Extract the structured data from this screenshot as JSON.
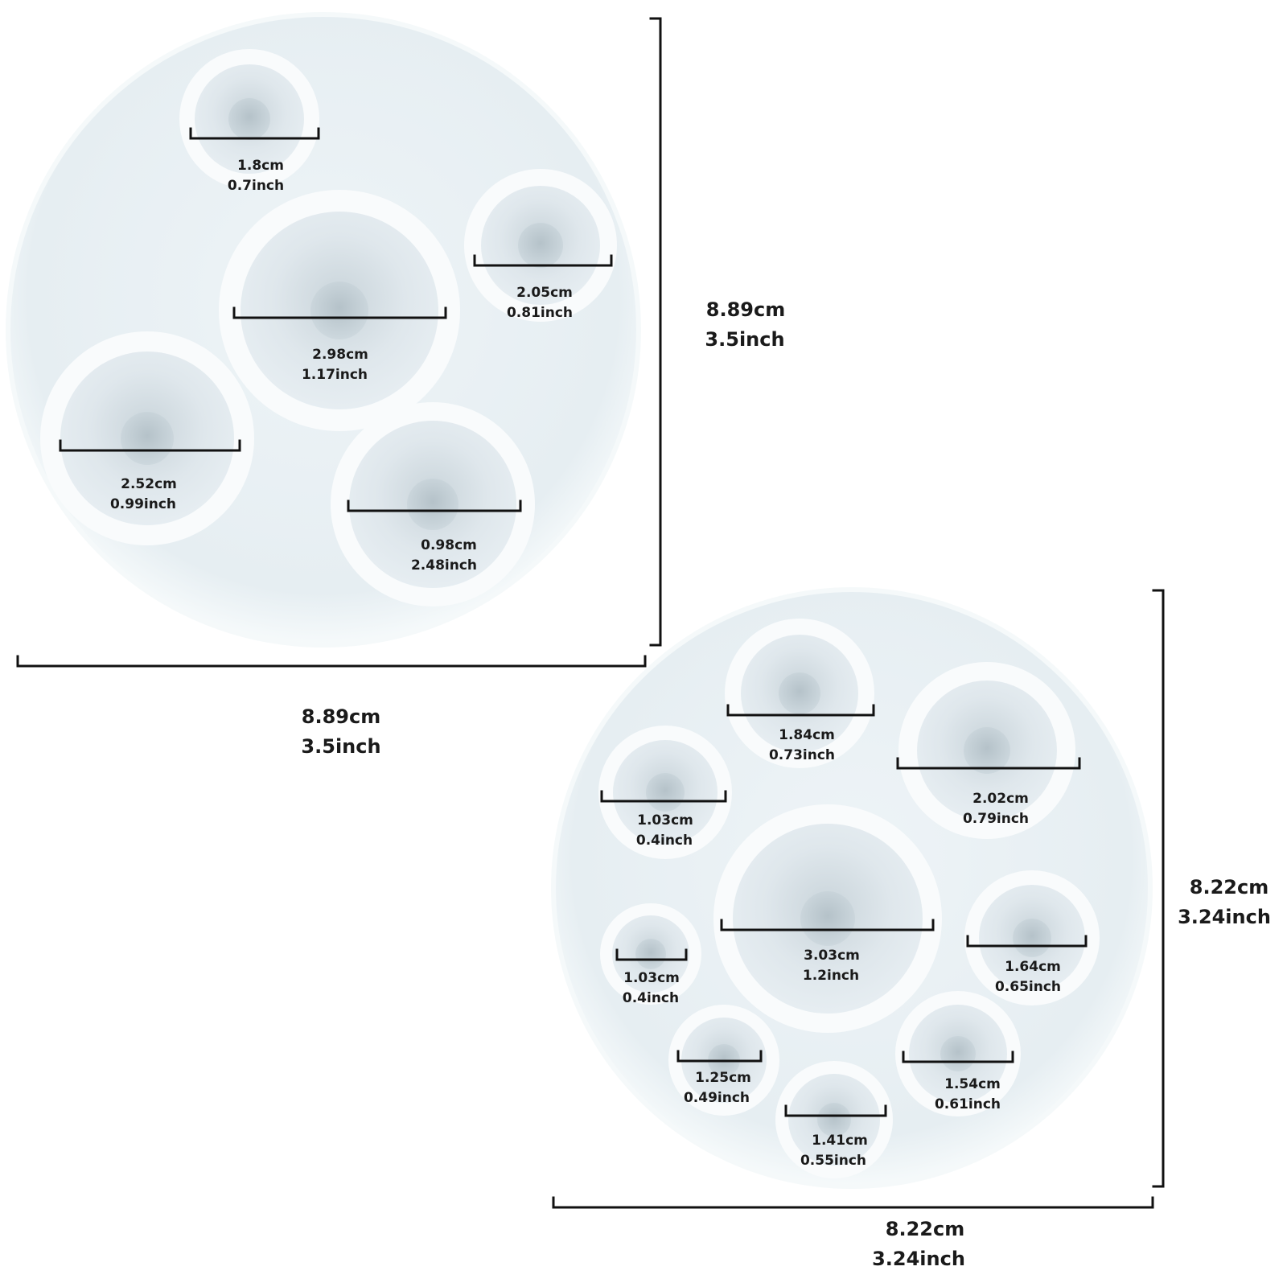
{
  "mold_large": {
    "overall_width": {
      "cm": "8.89cm",
      "inch": "3.5inch"
    },
    "overall_height": {
      "cm": "8.89cm",
      "inch": "3.5inch"
    },
    "cavities": [
      {
        "cm": "1.8cm",
        "inch": "0.7inch"
      },
      {
        "cm": "2.05cm",
        "inch": "0.81inch"
      },
      {
        "cm": "2.98cm",
        "inch": "1.17inch"
      },
      {
        "cm": "2.52cm",
        "inch": "0.99inch"
      },
      {
        "cm": "0.98cm",
        "inch": "2.48inch"
      }
    ]
  },
  "mold_small": {
    "overall_width": {
      "cm": "8.22cm",
      "inch": "3.24inch"
    },
    "overall_height": {
      "cm": "8.22cm",
      "inch": "3.24inch"
    },
    "cavities": [
      {
        "cm": "1.84cm",
        "inch": "0.73inch"
      },
      {
        "cm": "2.02cm",
        "inch": "0.79inch"
      },
      {
        "cm": "1.03cm",
        "inch": "0.4inch"
      },
      {
        "cm": "3.03cm",
        "inch": "1.2inch"
      },
      {
        "cm": "1.64cm",
        "inch": "0.65inch"
      },
      {
        "cm": "1.03cm",
        "inch": "0.4inch"
      },
      {
        "cm": "1.25cm",
        "inch": "0.49inch"
      },
      {
        "cm": "1.54cm",
        "inch": "0.61inch"
      },
      {
        "cm": "1.41cm",
        "inch": "0.55inch"
      }
    ]
  },
  "colors": {
    "background": "#ffffff",
    "silicone": "#eef4f7",
    "silicone_rim": "#f8fbfc",
    "cavity": "#d9e3e9",
    "ink": "#111111"
  }
}
